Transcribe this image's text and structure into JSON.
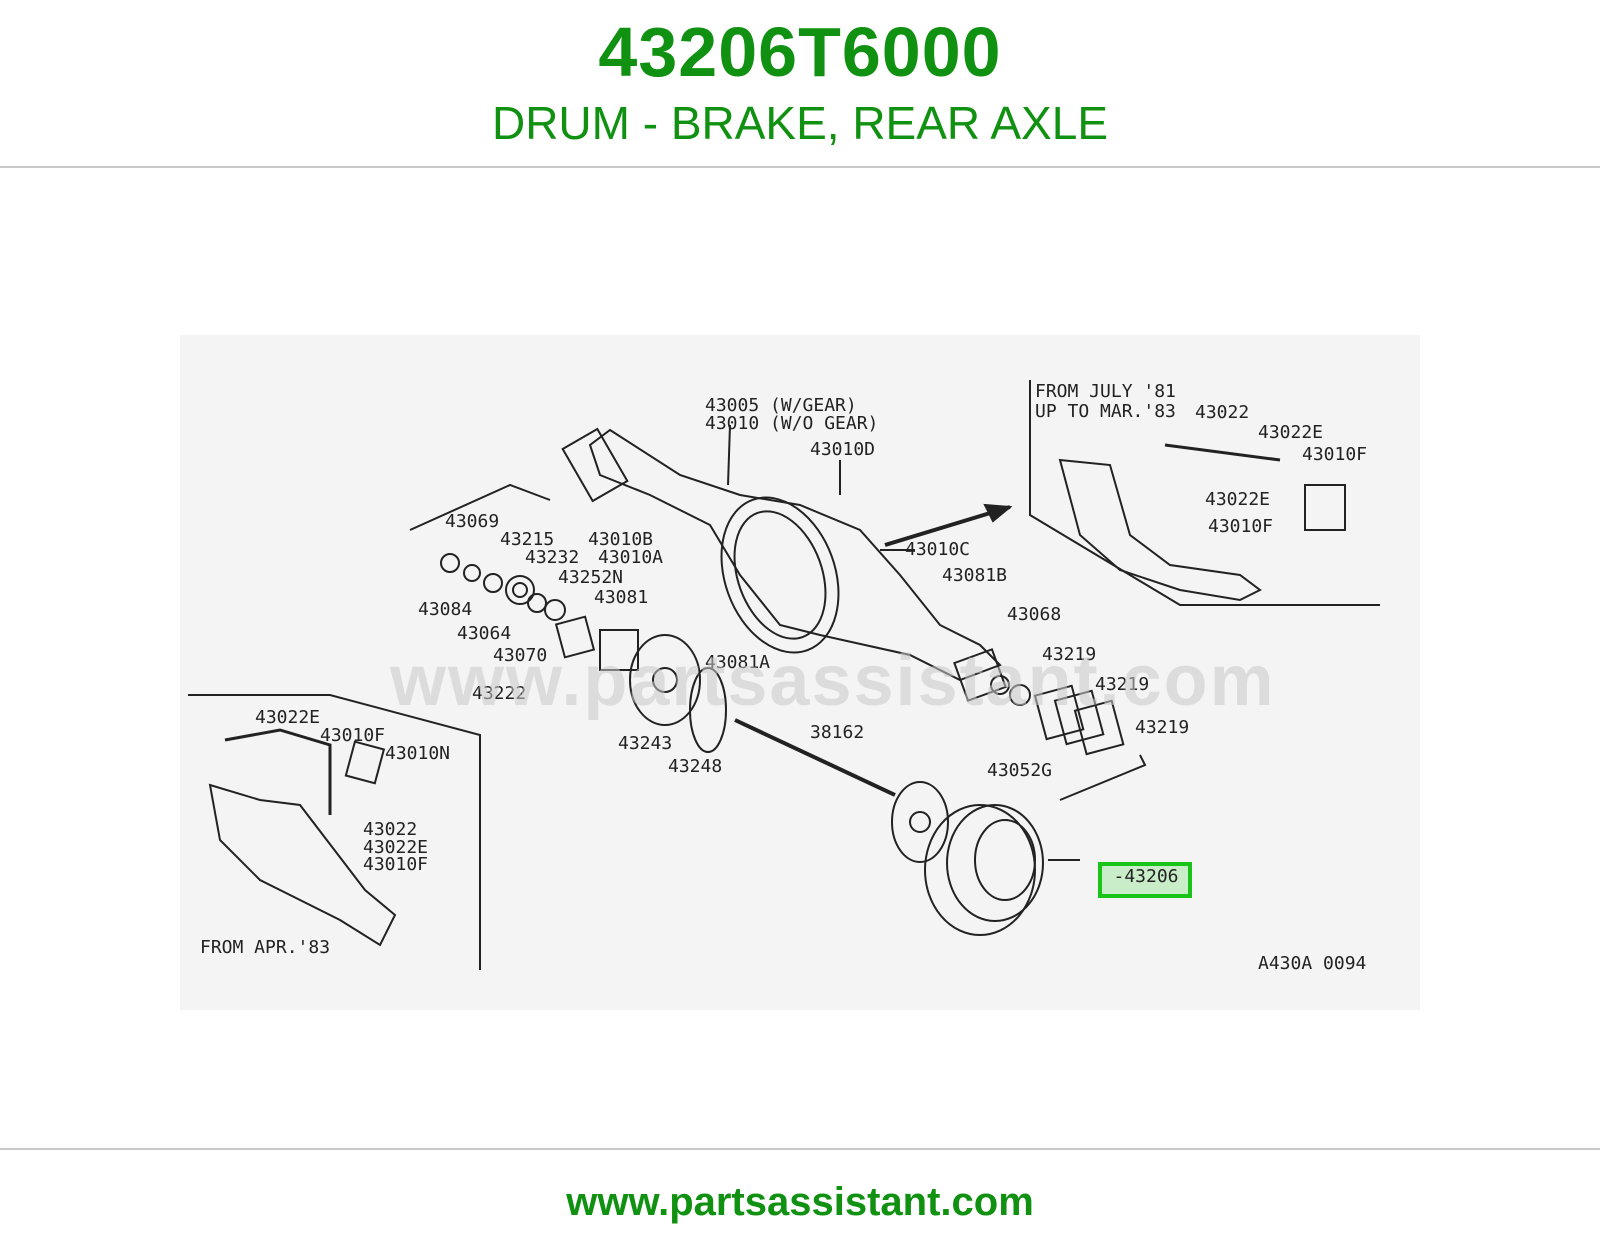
{
  "header": {
    "part_number": "43206T6000",
    "description": "DRUM - BRAKE, REAR AXLE"
  },
  "watermark": "www.partsassistant.com",
  "footer": {
    "url": "www.partsassistant.com"
  },
  "colors": {
    "brand_green": "#119111",
    "highlight_green": "#19c419",
    "rule_gray": "#c8c8c8",
    "panel_bg": "#f4f4f4"
  },
  "diagram": {
    "highlighted_part": "-43206",
    "code": "A430A 0094",
    "notes": {
      "from_july": "FROM JULY '81",
      "up_to": "UP TO MAR.'83",
      "from_apr": "FROM APR.'83"
    },
    "labels": [
      "43005 (W/GEAR)",
      "43010 (W/O GEAR)",
      "43010D",
      "43069",
      "43215",
      "43232",
      "43252N",
      "43010B",
      "43010A",
      "43081",
      "43084",
      "43064",
      "43070",
      "43081A",
      "43222",
      "43243",
      "43248",
      "38162",
      "43010C",
      "43081B",
      "43068",
      "43219",
      "43219",
      "43219",
      "43052G",
      "43022",
      "43022E",
      "43010F",
      "43022E",
      "43010F",
      "43022E",
      "43010F",
      "43010N",
      "43022",
      "43022E",
      "43010F"
    ]
  }
}
